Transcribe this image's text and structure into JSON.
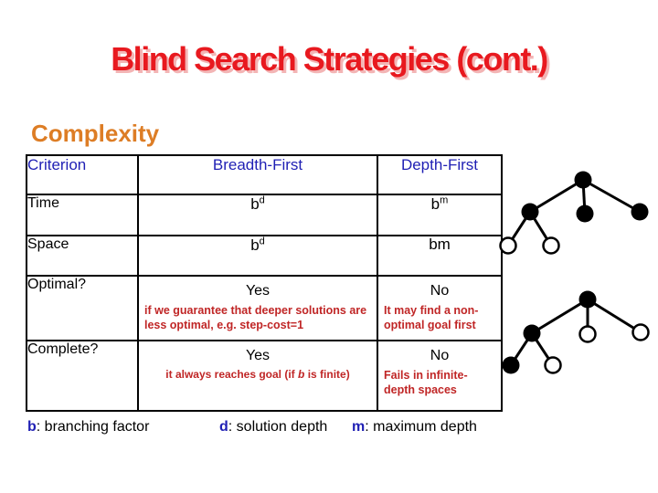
{
  "slide": {
    "title": "Blind Search Strategies (cont.)",
    "section_heading": "Complexity"
  },
  "table": {
    "headers": {
      "criterion": "Criterion",
      "bfs": "Breadth-First",
      "dfs": "Depth-First"
    },
    "time": {
      "label": "Time",
      "bfs_base": "b",
      "bfs_sup": "d",
      "dfs_base": "b",
      "dfs_sup": "m"
    },
    "space": {
      "label": "Space",
      "bfs_base": "b",
      "bfs_sup": "d",
      "dfs_value": "bm"
    },
    "optimal": {
      "label": "Optimal?",
      "bfs_value": "Yes",
      "bfs_note": "if we guarantee that deeper solutions are less optimal, e.g. step-cost=1",
      "dfs_value": "No",
      "dfs_note": "It may find a non-optimal goal first"
    },
    "complete": {
      "label": "Complete?",
      "bfs_value": "Yes",
      "bfs_note_pre": "it always reaches goal (if ",
      "bfs_note_var": "b",
      "bfs_note_post": " is finite)",
      "dfs_value": "No",
      "dfs_note": "Fails in infinite-depth spaces"
    }
  },
  "legend": {
    "b_var": "b",
    "b_desc": ": branching factor",
    "d_var": "d",
    "d_desc": ": solution depth",
    "m_var": "m",
    "m_desc": ": maximum depth"
  },
  "colors": {
    "title_red": "#e8191f",
    "title_shadow_pink": "#f3b5b5",
    "section_orange": "#dd7d25",
    "header_blue": "#1f1fb4",
    "note_red": "#c02626",
    "text_black": "#000000"
  },
  "diagrams": {
    "top_tree": {
      "description": "search tree: filled root, 3 filled children, 2 open leaves under left child"
    },
    "bottom_tree": {
      "description": "search tree: filled root, 1 filled + 2 open children, 1 filled + 1 open leaves under left child"
    }
  }
}
